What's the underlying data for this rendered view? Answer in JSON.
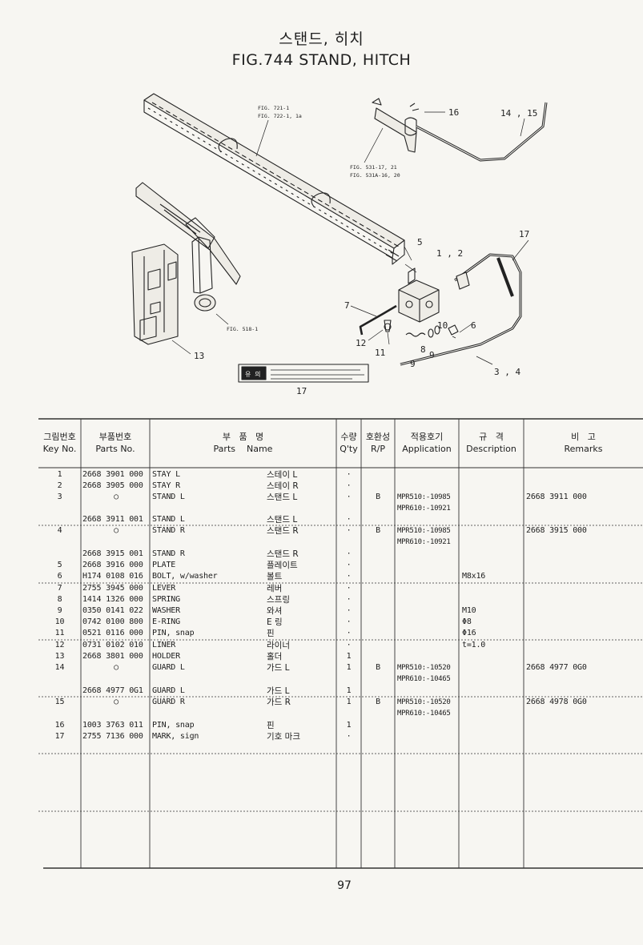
{
  "title_korean": "스탠드, 히치",
  "title_english": "FIG.744  STAND, HITCH",
  "diagram": {
    "callouts": [
      "16",
      "14 , 15",
      "5",
      "1 , 2",
      "17",
      "7",
      "6",
      "12",
      "10",
      "11",
      "9",
      "8",
      "9",
      "3 , 4",
      "13",
      "17"
    ],
    "refs": [
      "FIG. 721-1",
      "FIG. 722-1, 1a",
      "FIG. 531-17, 21",
      "FIG. 531A-16, 20",
      "FIG. 518-1"
    ],
    "sign_label": "유 의"
  },
  "table": {
    "headers": {
      "key_kr": "그림번호",
      "key_en": "Key No.",
      "parts_kr": "부품번호",
      "parts_en": "Parts No.",
      "name_kr": "부   품   명",
      "name_en": "Parts    Name",
      "qty_kr": "수량",
      "qty_en": "Q'ty",
      "rp_kr": "호환성",
      "rp_en": "R/P",
      "app_kr": "적용호기",
      "app_en": "Application",
      "desc_kr": "규   격",
      "desc_en": "Description",
      "rem_kr": "비   고",
      "rem_en": "Remarks"
    },
    "rows": [
      {
        "key": "1",
        "part": "2668 3901 000",
        "name": "STAY L",
        "name_kr": "스테이 L",
        "qty": "·",
        "rp": "",
        "app": [],
        "desc": "",
        "rem": ""
      },
      {
        "key": "2",
        "part": "2668 3905 000",
        "name": "STAY R",
        "name_kr": "스테이 R",
        "qty": "·",
        "rp": "",
        "app": [],
        "desc": "",
        "rem": ""
      },
      {
        "key": "3",
        "part": "○",
        "name": "STAND L",
        "name_kr": "스탠드 L",
        "qty": "·",
        "rp": "B",
        "app": [
          "MPR510:-10985",
          "MPR610:-10921"
        ],
        "desc": "",
        "rem": "2668 3911 000"
      },
      {
        "key": "",
        "part": "2668 3911 001",
        "name": "STAND L",
        "name_kr": "스탠드 L",
        "qty": "·",
        "rp": "",
        "app": [],
        "desc": "",
        "rem": ""
      },
      {
        "key": "4",
        "part": "○",
        "name": "STAND R",
        "name_kr": "스탠드 R",
        "qty": "·",
        "rp": "B",
        "app": [
          "MPR510:-10985",
          "MPR610:-10921"
        ],
        "desc": "",
        "rem": "2668 3915 000"
      },
      {
        "key": "",
        "part": "2668 3915 001",
        "name": "STAND R",
        "name_kr": "스탠드 R",
        "qty": "·",
        "rp": "",
        "app": [],
        "desc": "",
        "rem": ""
      },
      {
        "key": "5",
        "part": "2668 3916 000",
        "name": "PLATE",
        "name_kr": "플레이트",
        "qty": "·",
        "rp": "",
        "app": [],
        "desc": "",
        "rem": ""
      },
      {
        "key": "6",
        "part": "H174 0108 016",
        "name": "BOLT, w/washer",
        "name_kr": "볼트",
        "qty": "·",
        "rp": "",
        "app": [],
        "desc": "M8x16",
        "rem": ""
      },
      {
        "key": "7",
        "part": "2755 3945 000",
        "name": "LEVER",
        "name_kr": "레버",
        "qty": "·",
        "rp": "",
        "app": [],
        "desc": "",
        "rem": ""
      },
      {
        "key": "8",
        "part": "1414 1326 000",
        "name": "SPRING",
        "name_kr": "스프링",
        "qty": "·",
        "rp": "",
        "app": [],
        "desc": "",
        "rem": ""
      },
      {
        "key": "9",
        "part": "0350 0141 022",
        "name": "WASHER",
        "name_kr": "와셔",
        "qty": "·",
        "rp": "",
        "app": [],
        "desc": "M10",
        "rem": ""
      },
      {
        "key": "10",
        "part": "0742 0100 800",
        "name": "E-RING",
        "name_kr": "E 링",
        "qty": "·",
        "rp": "",
        "app": [],
        "desc": "Φ8",
        "rem": ""
      },
      {
        "key": "11",
        "part": "0521 0116 000",
        "name": "PIN, snap",
        "name_kr": "핀",
        "qty": "·",
        "rp": "",
        "app": [],
        "desc": "Φ16",
        "rem": ""
      },
      {
        "key": "12",
        "part": "0731 0102 010",
        "name": "LINER",
        "name_kr": "라이너",
        "qty": "·",
        "rp": "",
        "app": [],
        "desc": "t=1.0",
        "rem": ""
      },
      {
        "key": "13",
        "part": "2668 3801 000",
        "name": "HOLDER",
        "name_kr": "홀더",
        "qty": "1",
        "rp": "",
        "app": [],
        "desc": "",
        "rem": ""
      },
      {
        "key": "14",
        "part": "○",
        "name": "GUARD L",
        "name_kr": "가드 L",
        "qty": "1",
        "rp": "B",
        "app": [
          "MPR510:-10520",
          "MPR610:-10465"
        ],
        "desc": "",
        "rem": "2668 4977 0G0"
      },
      {
        "key": "",
        "part": "2668 4977 0G1",
        "name": "GUARD L",
        "name_kr": "가드 L",
        "qty": "1",
        "rp": "",
        "app": [],
        "desc": "",
        "rem": ""
      },
      {
        "key": "15",
        "part": "○",
        "name": "GUARD R",
        "name_kr": "가드 R",
        "qty": "1",
        "rp": "B",
        "app": [
          "MPR510:-10520",
          "MPR610:-10465"
        ],
        "desc": "",
        "rem": "2668 4978 0G0"
      },
      {
        "key": "16",
        "part": "1003 3763 011",
        "name": "PIN, snap",
        "name_kr": "핀",
        "qty": "1",
        "rp": "",
        "app": [],
        "desc": "",
        "rem": ""
      },
      {
        "key": "17",
        "part": "2755 7136 000",
        "name": "MARK, sign",
        "name_kr": "기호 마크",
        "qty": "·",
        "rp": "",
        "app": [],
        "desc": "",
        "rem": ""
      }
    ]
  },
  "page_number": "97"
}
